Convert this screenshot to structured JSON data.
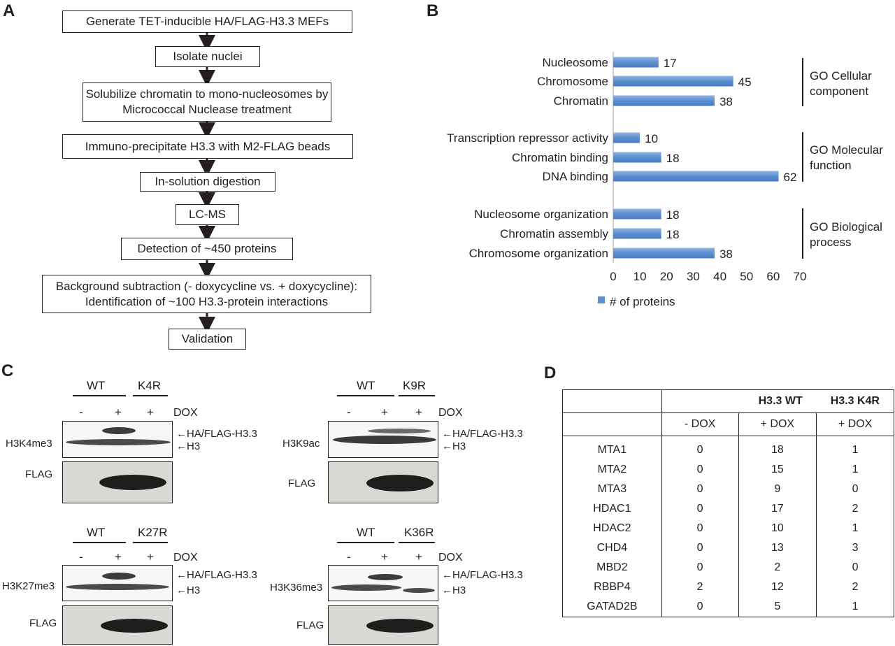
{
  "panels": {
    "a": "A",
    "b": "B",
    "c": "C",
    "d": "D"
  },
  "flowchart": {
    "steps": [
      "Generate TET-inducible HA/FLAG-H3.3 MEFs",
      "Isolate nuclei",
      "Solubilize chromatin to mono-nucleosomes by",
      "Micrococcal Nuclease treatment",
      "Immuno-precipitate H3.3 with M2-FLAG beads",
      "In-solution digestion",
      "LC-MS",
      "Detection of ~450 proteins",
      "Background subtraction (- doxycycline vs. + doxycycline):",
      "Identification of ~100 H3.3-protein interactions",
      "Validation"
    ]
  },
  "chart_data": {
    "type": "bar",
    "orientation": "horizontal",
    "categories": [
      "Nucleosome",
      "Chromosome",
      "Chromatin",
      "Transcription repressor activity",
      "Chromatin binding",
      "DNA binding",
      "Nucleosome organization",
      "Chromatin assembly",
      "Chromosome organization"
    ],
    "values": [
      17,
      45,
      38,
      10,
      18,
      62,
      18,
      18,
      38
    ],
    "series": [
      {
        "name": "# of proteins",
        "values": [
          17,
          45,
          38,
          10,
          18,
          62,
          18,
          18,
          38
        ]
      }
    ],
    "xlim": [
      0,
      70
    ],
    "xticks": [
      "0",
      "10",
      "20",
      "30",
      "40",
      "50",
      "60",
      "70"
    ],
    "groups": [
      {
        "label_line1": "GO Cellular",
        "label_line2": "component"
      },
      {
        "label_line1": "GO Molecular",
        "label_line2": "function"
      },
      {
        "label_line1": "GO Biological",
        "label_line2": "process"
      }
    ],
    "legend_position": "bottom-left",
    "bar_color": "#5b8fd0"
  },
  "western": {
    "dox_label": "DOX",
    "wt_label": "WT",
    "minus": "-",
    "plus": "+",
    "ha_flag_label": "HA/FLAG-H3.3",
    "h3_label": "H3",
    "flag_label": "FLAG",
    "blots": [
      {
        "mutant": "K4R",
        "mark": "H3K4me3"
      },
      {
        "mutant": "K9R",
        "mark": "H3K9ac"
      },
      {
        "mutant": "K27R",
        "mark": "H3K27me3"
      },
      {
        "mutant": "K36R",
        "mark": "H3K36me3"
      }
    ]
  },
  "table": {
    "h1_wt": "H3.3 WT",
    "h1_k4r": "H3.3 K4R",
    "h2": [
      "- DOX",
      "+ DOX",
      "+ DOX"
    ],
    "rows": [
      [
        "MTA1",
        "0",
        "18",
        "1"
      ],
      [
        "MTA2",
        "0",
        "15",
        "1"
      ],
      [
        "MTA3",
        "0",
        "9",
        "0"
      ],
      [
        "HDAC1",
        "0",
        "17",
        "2"
      ],
      [
        "HDAC2",
        "0",
        "10",
        "1"
      ],
      [
        "CHD4",
        "0",
        "13",
        "3"
      ],
      [
        "MBD2",
        "0",
        "2",
        "0"
      ],
      [
        "RBBP4",
        "2",
        "12",
        "2"
      ],
      [
        "GATAD2B",
        "0",
        "5",
        "1"
      ]
    ]
  }
}
